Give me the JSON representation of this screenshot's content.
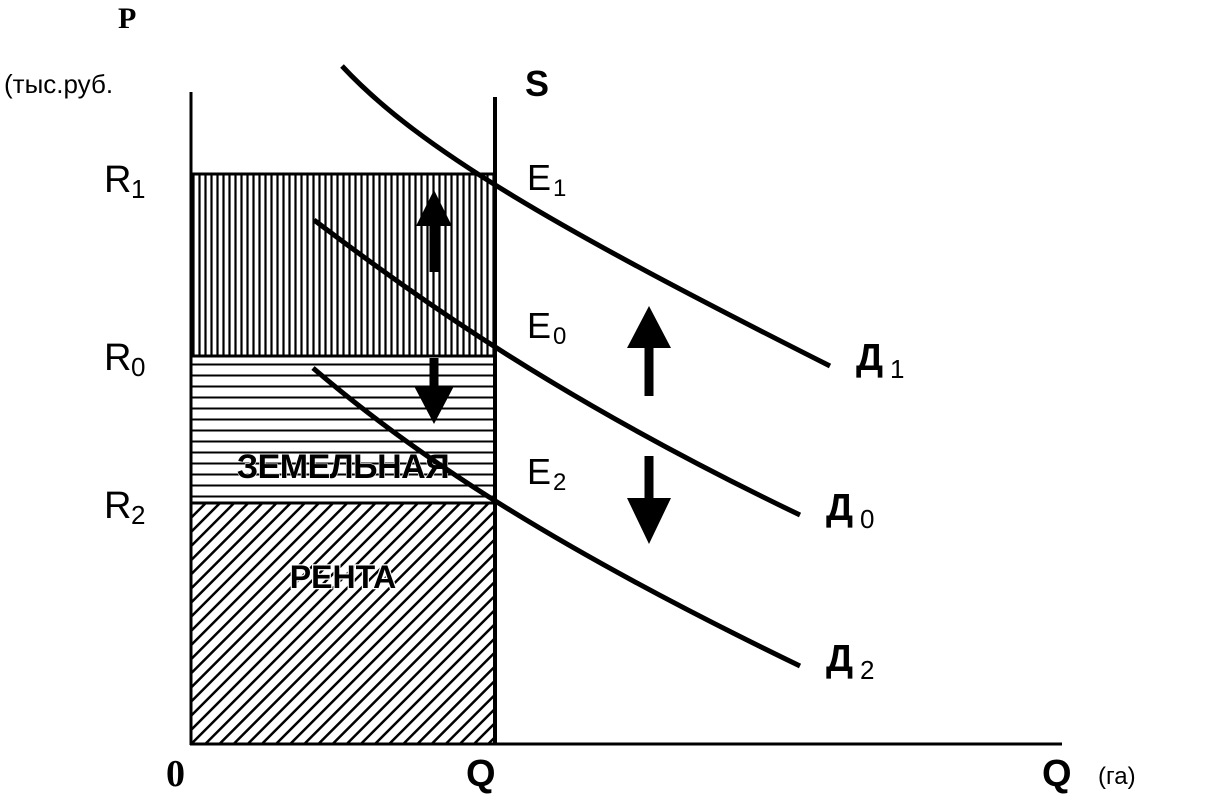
{
  "axes": {
    "y_symbol": "P",
    "y_unit": "(тыс.руб.",
    "x_symbol": "Q",
    "x_unit": "(га)",
    "origin": "0",
    "quantity_mark": "Q"
  },
  "supply": {
    "label": "S"
  },
  "rent_levels": [
    {
      "letter": "R",
      "sub": "1"
    },
    {
      "letter": "R",
      "sub": "0"
    },
    {
      "letter": "R",
      "sub": "2"
    }
  ],
  "equilibria": [
    {
      "letter": "E",
      "sub": "1"
    },
    {
      "letter": "E",
      "sub": "0"
    },
    {
      "letter": "E",
      "sub": "2"
    }
  ],
  "demand_curves": [
    {
      "letter": "Д",
      "sub": "1"
    },
    {
      "letter": "Д",
      "sub": "0"
    },
    {
      "letter": "Д",
      "sub": "2"
    }
  ],
  "area_text": {
    "line1": "ЗЕМЕЛЬНАЯ",
    "line2": "РЕНТА"
  },
  "arrows": [
    {
      "direction": "up"
    },
    {
      "direction": "down"
    },
    {
      "direction": "up"
    },
    {
      "direction": "down"
    }
  ],
  "colors": {
    "ink": "#000000",
    "paper": "#ffffff"
  }
}
